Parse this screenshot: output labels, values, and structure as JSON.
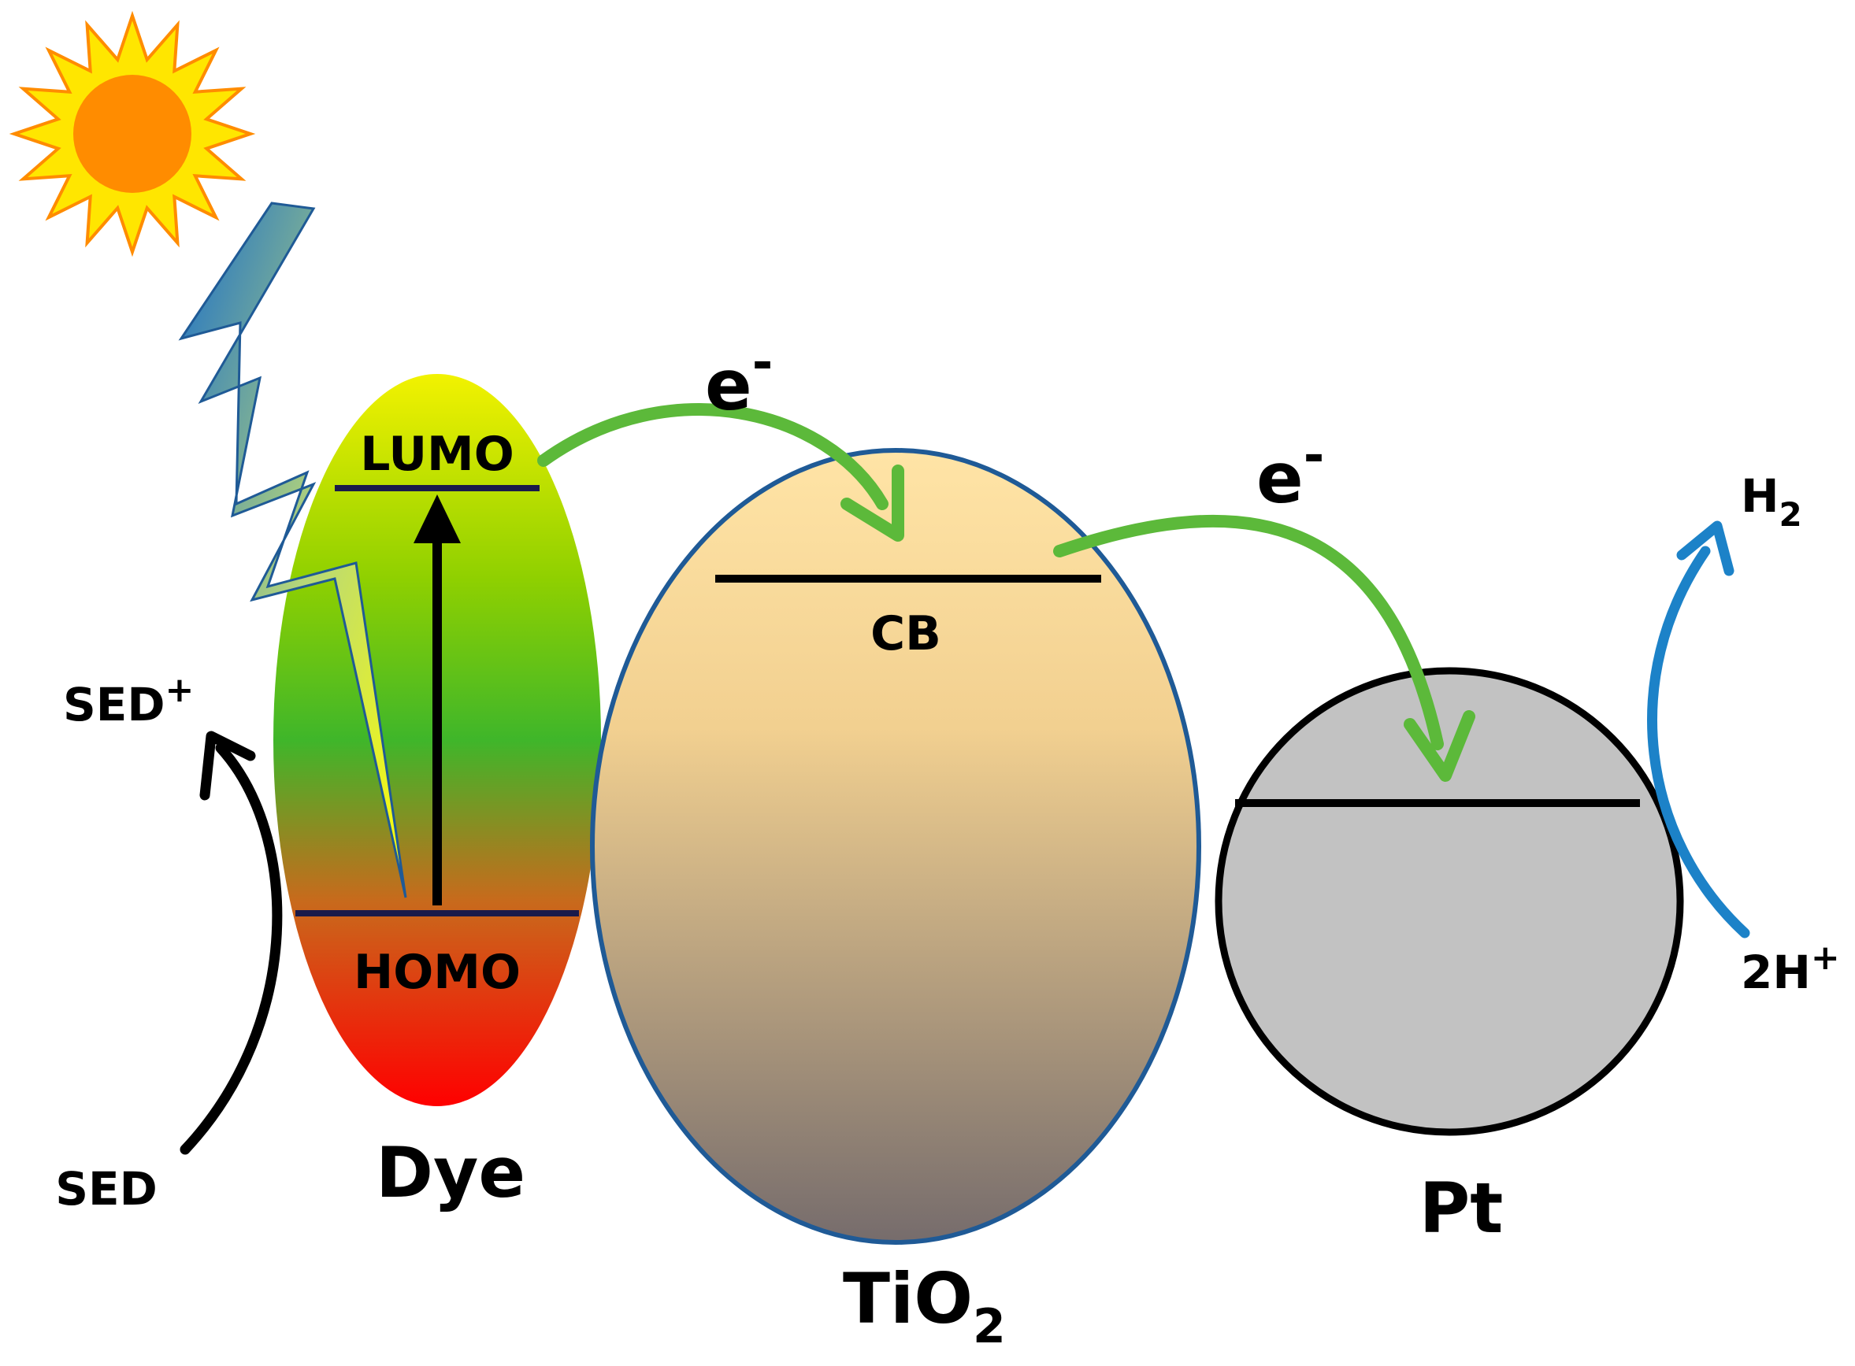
{
  "labels": {
    "lumo": "LUMO",
    "homo": "HOMO",
    "dye": "Dye",
    "cb": "CB",
    "tio2_main": "TiO",
    "tio2_sub": "2",
    "pt": "Pt",
    "e1_main": "e",
    "e1_sup": "-",
    "e2_main": "e",
    "e2_sup": "-",
    "sed": "SED",
    "sedp_main": "SED",
    "sedp_sup": "+",
    "h2_main": "H",
    "h2_sub": "2",
    "twoh_main": "2H",
    "twoh_sup": "+"
  },
  "colors": {
    "dye_top": "#f2f200",
    "dye_mid": "#3fb62a",
    "dye_bottom": "#ff0000",
    "tio2_top": "#ffe4a6",
    "tio2_bottom": "#766c6c",
    "tio2_outline": "#1f5a96",
    "pt_fill": "#c2c2c2",
    "electron_arrow": "#5cb93a",
    "h2_arrow": "#1c82c8",
    "sun": "#ff8c00",
    "sun_rays": "#ffe600",
    "level_line": "#1a1a4a"
  },
  "icons": [
    "sun-icon",
    "lightning-icon"
  ]
}
